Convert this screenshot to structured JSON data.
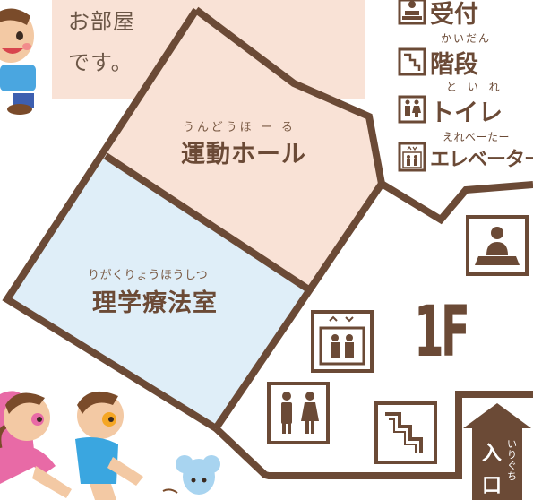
{
  "info_card": {
    "line1": "お部屋",
    "line2": "です。"
  },
  "rooms": {
    "hall": {
      "ruby": "うんどうほ ー る",
      "name": "運動ホール",
      "color": "#f9e2d6"
    },
    "therapy": {
      "ruby": "りがくりょうほうしつ",
      "name": "理学療法室",
      "color": "#dfeef8"
    }
  },
  "legend": {
    "reception": {
      "label": "受付",
      "icon": "reception-desk-icon"
    },
    "stairs": {
      "ruby": "かいだん",
      "label": "階段",
      "icon": "stairs-icon"
    },
    "toilet": {
      "ruby": "と い れ",
      "label": "トイレ",
      "icon": "toilet-icon"
    },
    "elevator": {
      "ruby": "えれべーたー",
      "label": "エレベーター",
      "icon": "elevator-icon"
    }
  },
  "floor": "1F",
  "entrance": {
    "label_top": "入",
    "label_bottom": "口",
    "ruby": "いりぐち"
  },
  "colors": {
    "wall": "#6b4a36",
    "text": "#6b4a36",
    "hall_fill": "#f9e2d6",
    "therapy_fill": "#dfeef8"
  }
}
